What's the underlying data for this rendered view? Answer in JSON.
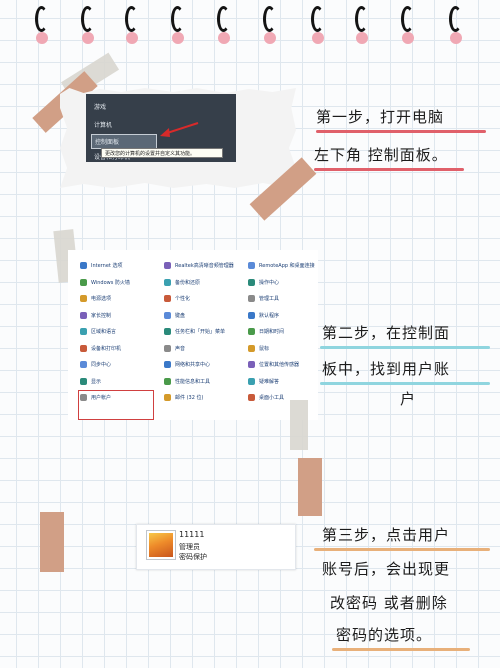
{
  "colors": {
    "ring_dot": "#f0a8b4",
    "tape": "#d19f86",
    "tape_light": "#d8d6cf",
    "red_line": "#e0606a",
    "cyan_line": "#8fd5df",
    "orange_line": "#e8b07a",
    "highlight_box": "#d04040"
  },
  "step1": {
    "menu_items": [
      "游戏",
      "计算机",
      "控制面板",
      "设备和打印机"
    ],
    "tooltip": "更改您的计算机的设置并自定义其功能。",
    "line1": "第一步，打开电脑",
    "line2": "左下角 控制面板。"
  },
  "step2": {
    "col1": [
      "Internet 选项",
      "Windows 防火墙",
      "电源选项",
      "家长控制",
      "区域和语言",
      "设备和打印机",
      "同步中心",
      "显示",
      "用户帐户"
    ],
    "col2": [
      "Realtek高清晰音频管理器",
      "备份和还原",
      "个性化",
      "键盘",
      "任务栏和「开始」菜单",
      "声音",
      "网络和共享中心",
      "性能信息和工具",
      "邮件 (32 位)"
    ],
    "col3": [
      "RemoteApp 和桌面连接",
      "操作中心",
      "管理工具",
      "默认程序",
      "日期和时间",
      "鼠标",
      "位置和其他传感器",
      "疑难解答",
      "桌面小工具"
    ],
    "line1": "第二步，在控制面",
    "line2": "板中，找到用户账",
    "line3": "户"
  },
  "step3": {
    "account_name": "11111",
    "account_role": "管理员",
    "account_pwd": "密码保护",
    "line1": "第三步，点击用户",
    "line2": "账号后，会出现更",
    "line3": "改密码 或者删除",
    "line4": "密码的选项。"
  }
}
